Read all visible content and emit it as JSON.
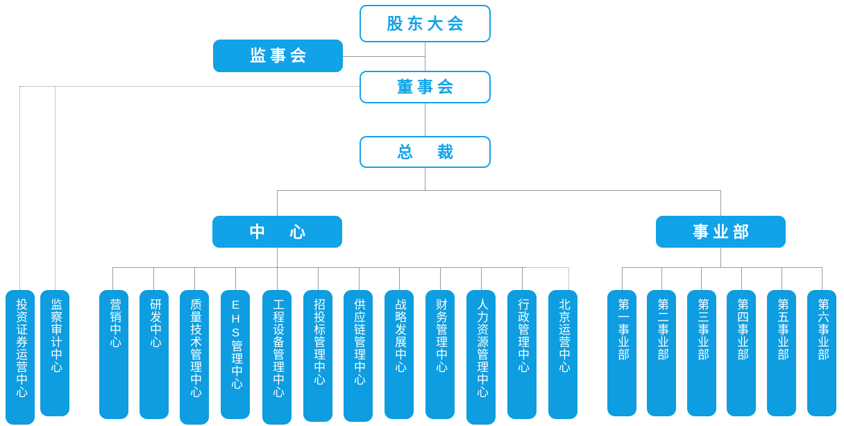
{
  "diagram": {
    "title": "Corporate Organization Chart",
    "colors": {
      "fill_blue": "#0d9de0",
      "header_blue": "#11a2e8",
      "outline_blue": "#12a3e8",
      "line_gray": "#9a9a9a",
      "dotted_gray": "#8c8c8c",
      "text_white": "#ffffff",
      "background": "#ffffff"
    },
    "top_nodes": [
      {
        "id": "shareholders",
        "label": "股东大会",
        "style": "outline"
      },
      {
        "id": "supervisory",
        "label": "监事会",
        "style": "filled"
      },
      {
        "id": "board",
        "label": "董事会",
        "style": "outline"
      },
      {
        "id": "president",
        "label": "总　裁",
        "style": "outline"
      },
      {
        "id": "centers",
        "label": "中　心",
        "style": "filled"
      },
      {
        "id": "divisions",
        "label": "事业部",
        "style": "filled"
      }
    ],
    "board_direct_units": [
      {
        "id": "invest-sec",
        "label": "投资证券运营中心"
      },
      {
        "id": "audit",
        "label": "监察审计中心"
      }
    ],
    "center_units": [
      {
        "id": "marketing",
        "label": "营销中心"
      },
      {
        "id": "rnd",
        "label": "研发中心"
      },
      {
        "id": "quality-tech",
        "label": "质量技术管理中心"
      },
      {
        "id": "ehs",
        "label": "EHS管理中心"
      },
      {
        "id": "engineering",
        "label": "工程设备管理中心"
      },
      {
        "id": "bidding",
        "label": "招投标管理中心"
      },
      {
        "id": "supply-chain",
        "label": "供应链管理中心"
      },
      {
        "id": "strategy",
        "label": "战略发展中心"
      },
      {
        "id": "finance",
        "label": "财务管理中心"
      },
      {
        "id": "hr",
        "label": "人力资源管理中心"
      },
      {
        "id": "admin",
        "label": "行政管理中心"
      },
      {
        "id": "beijing-ops",
        "label": "北京运营中心"
      }
    ],
    "division_units": [
      {
        "id": "div-1",
        "label": "第一事业部"
      },
      {
        "id": "div-2",
        "label": "第二事业部"
      },
      {
        "id": "div-3",
        "label": "第三事业部"
      },
      {
        "id": "div-4",
        "label": "第四事业部"
      },
      {
        "id": "div-5",
        "label": "第五事业部"
      },
      {
        "id": "div-6",
        "label": "第六事业部"
      }
    ]
  }
}
